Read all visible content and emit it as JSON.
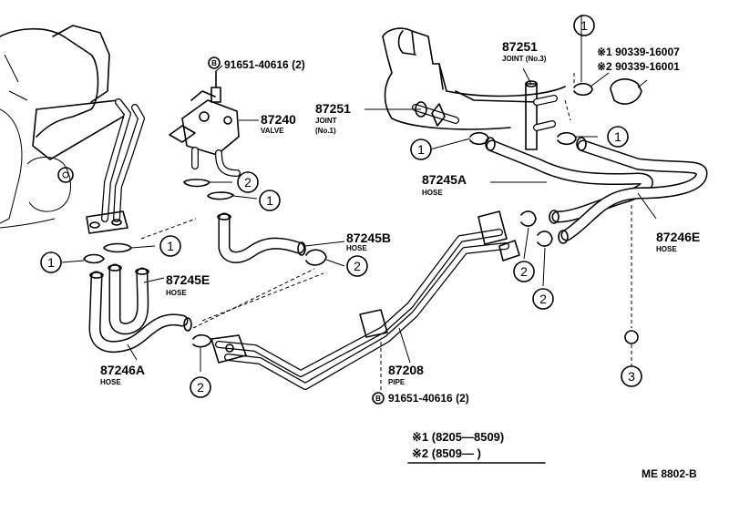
{
  "parts": {
    "joint_no3": {
      "number": "87251",
      "name": "JOINT (No.3)"
    },
    "alt_1": {
      "number": "※1 90339-16007"
    },
    "alt_2": {
      "number": "※2 90339-16001"
    },
    "bolt_top": {
      "number": "91651-40616 (2)",
      "badge": "B"
    },
    "valve": {
      "number": "87240",
      "name": "VALVE"
    },
    "joint_no1": {
      "number": "87251",
      "name_line1": "JOINT",
      "name_line2": "(No.1)"
    },
    "hose_87245a": {
      "number": "87245A",
      "name": "HOSE"
    },
    "hose_87246e": {
      "number": "87246E",
      "name": "HOSE"
    },
    "hose_87245b": {
      "number": "87245B",
      "name": "HOSE"
    },
    "hose_87245e": {
      "number": "87245E",
      "name": "HOSE"
    },
    "hose_87246a": {
      "number": "87246A",
      "name": "HOSE"
    },
    "pipe_87208": {
      "number": "87208",
      "name": "PIPE"
    },
    "bolt_bottom": {
      "number": "91651-40616 (2)",
      "badge": "B"
    }
  },
  "callouts": {
    "c1": "1",
    "c2": "2",
    "c3": "3"
  },
  "legend": {
    "line1": "※1 (8205—8509)",
    "line2": "※2 (8509—          )"
  },
  "diagram_code": "ME 8802-B"
}
